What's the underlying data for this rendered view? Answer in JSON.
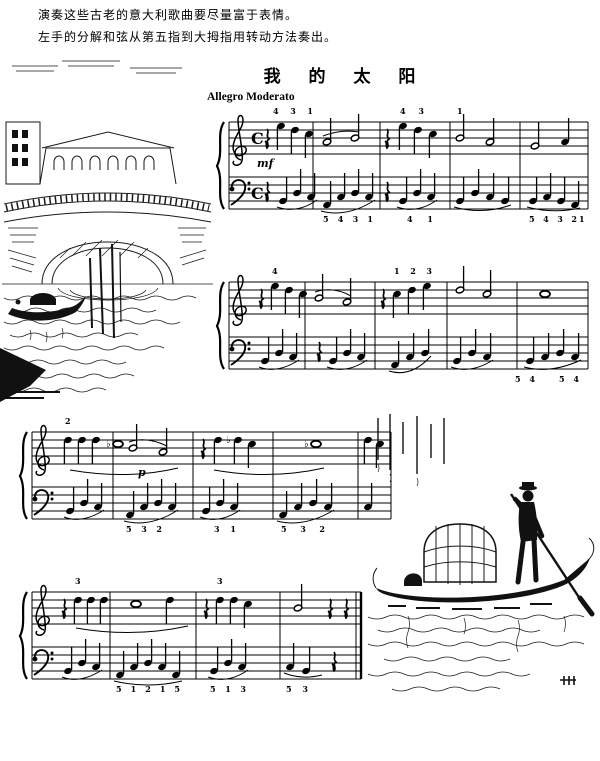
{
  "page": {
    "instruction_line1": "演奏这些古老的意大利歌曲要尽量富于表情。",
    "instruction_line2": "左手的分解和弦从第五指到大拇指用转动方法奏出。",
    "title": "我 的 太 阳",
    "tempo": "Allegro Moderato",
    "time_signature": "C"
  },
  "systems": [
    {
      "dynamic": "mf",
      "top": [
        "4 3 1",
        "4 3",
        "1"
      ],
      "bottom": [
        "5 4 3 1",
        "4 1",
        "5 4 3 2",
        "1"
      ]
    },
    {
      "top": [
        "4",
        "1 2 3"
      ],
      "bottom": [
        "5 4",
        "5 4"
      ]
    },
    {
      "dynamic": "p",
      "top": [
        "2"
      ],
      "bottom": [
        "5 3 2",
        "3 1",
        "5 3 2"
      ],
      "accidentals": [
        "♭",
        "♭",
        "♭"
      ]
    },
    {
      "top": [
        "3",
        "3"
      ],
      "bottom": [
        "5 1 2 1 5",
        "5 1 3",
        "5 3"
      ]
    }
  ]
}
